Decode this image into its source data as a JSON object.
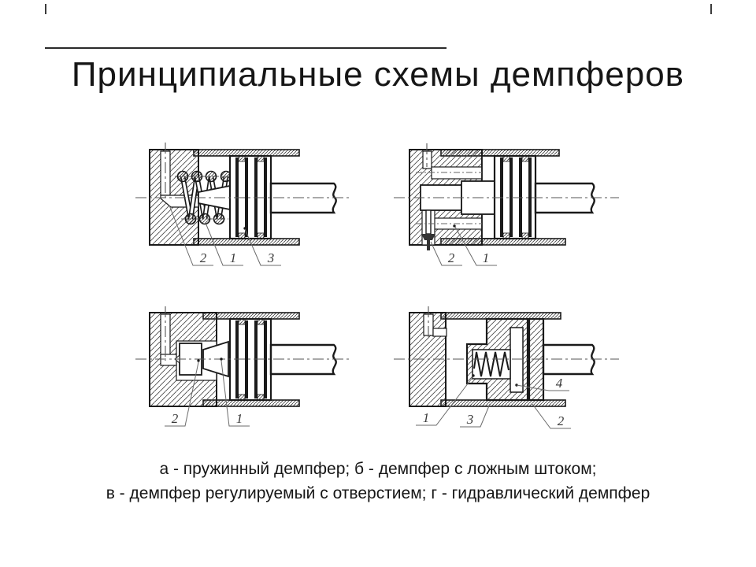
{
  "page": {
    "background": "#ffffff",
    "title": "Принципиальные схемы демпферов"
  },
  "caption": {
    "line1": "а - пружинный демпфер; б - демпфер с ложным штоком;",
    "line2": "в - демпфер регулируемый с отверстием; г - гидравлический демпфер"
  },
  "diagrams": {
    "a": {
      "id": "а",
      "description": "пружинный демпфер",
      "part_labels": [
        "2",
        "1",
        "3"
      ]
    },
    "b": {
      "id": "б",
      "description": "демпфер с ложным штоком",
      "part_labels": [
        "2",
        "1"
      ]
    },
    "c": {
      "id": "в",
      "description": "демпфер регулируемый с отверстием",
      "part_labels": [
        "2",
        "1"
      ]
    },
    "d": {
      "id": "г",
      "description": "гидравлический демпфер",
      "part_labels": [
        "1",
        "3",
        "2",
        "4"
      ]
    }
  },
  "colors": {
    "line": "#1a1a1a",
    "hatch": "#4a4a4a",
    "label": "#3a3a3a",
    "leader": "#6b6b6b"
  }
}
